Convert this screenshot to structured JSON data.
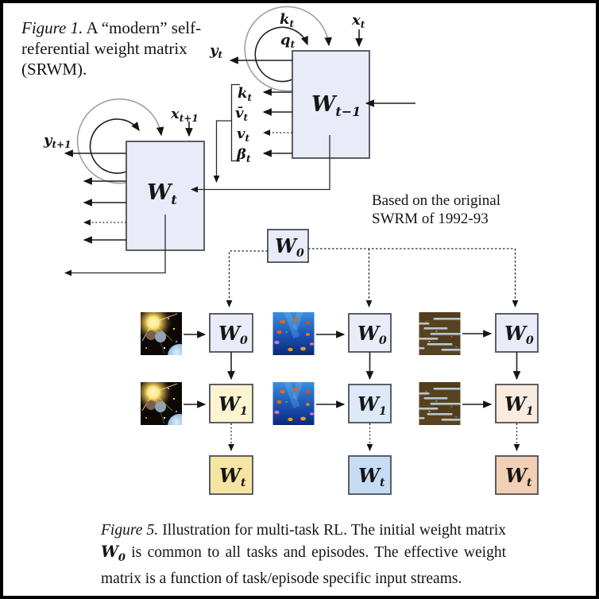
{
  "colors": {
    "box_lavender": "#e9ecf8",
    "box_border": "#4b4e54",
    "task1_w1": "#fcf3d0",
    "task1_wt": "#f6e5a2",
    "task2_w1": "#dde9f8",
    "task2_wt": "#c6dcf4",
    "task3_w1": "#fbebdf",
    "task3_wt": "#f3cfb5"
  },
  "figure1": {
    "caption_label": "Figure 1.",
    "caption_text": "A “modern” self-referential weight matrix (SRWM).",
    "labels": {
      "kt_loop": {
        "base": "k",
        "sub": "t"
      },
      "qt_loop": {
        "base": "q",
        "sub": "t"
      },
      "yt": {
        "base": "y",
        "sub": "t"
      },
      "xt": {
        "base": "x",
        "sub": "t"
      },
      "ytp1": {
        "base": "y",
        "sub": "t+1"
      },
      "xtp1": {
        "base": "x",
        "sub": "t+1"
      },
      "kt_out": {
        "base": "k",
        "sub": "t"
      },
      "vbar_out": {
        "base": "v̄",
        "sub": "t"
      },
      "vt_out": {
        "base": "v",
        "sub": "t"
      },
      "beta_out": {
        "base": "β",
        "sub": "t"
      },
      "w_prev": {
        "base": "W",
        "sub": "t−1"
      },
      "w_curr": {
        "base": "W",
        "sub": "t"
      }
    }
  },
  "note": {
    "line1": "Based on the original",
    "line2": "SWRM of 1992-93"
  },
  "figure5": {
    "root": {
      "base": "W",
      "sub": "0"
    },
    "columns": [
      {
        "w0": {
          "base": "W",
          "sub": "0"
        },
        "w1": {
          "base": "W",
          "sub": "1"
        },
        "wt": {
          "base": "W",
          "sub": "t"
        }
      },
      {
        "w0": {
          "base": "W",
          "sub": "0"
        },
        "w1": {
          "base": "W",
          "sub": "1"
        },
        "wt": {
          "base": "W",
          "sub": "t"
        }
      },
      {
        "w0": {
          "base": "W",
          "sub": "0"
        },
        "w1": {
          "base": "W",
          "sub": "1"
        },
        "wt": {
          "base": "W",
          "sub": "t"
        }
      }
    ],
    "caption_label": "Figure 5.",
    "caption_part1": "Illustration for multi-task RL. The initial weight matrix",
    "caption_math": {
      "base": "W",
      "sub": "0"
    },
    "caption_part2": "is common to all tasks and episodes. The effective weight matrix is a function of task/episode specific input streams."
  }
}
